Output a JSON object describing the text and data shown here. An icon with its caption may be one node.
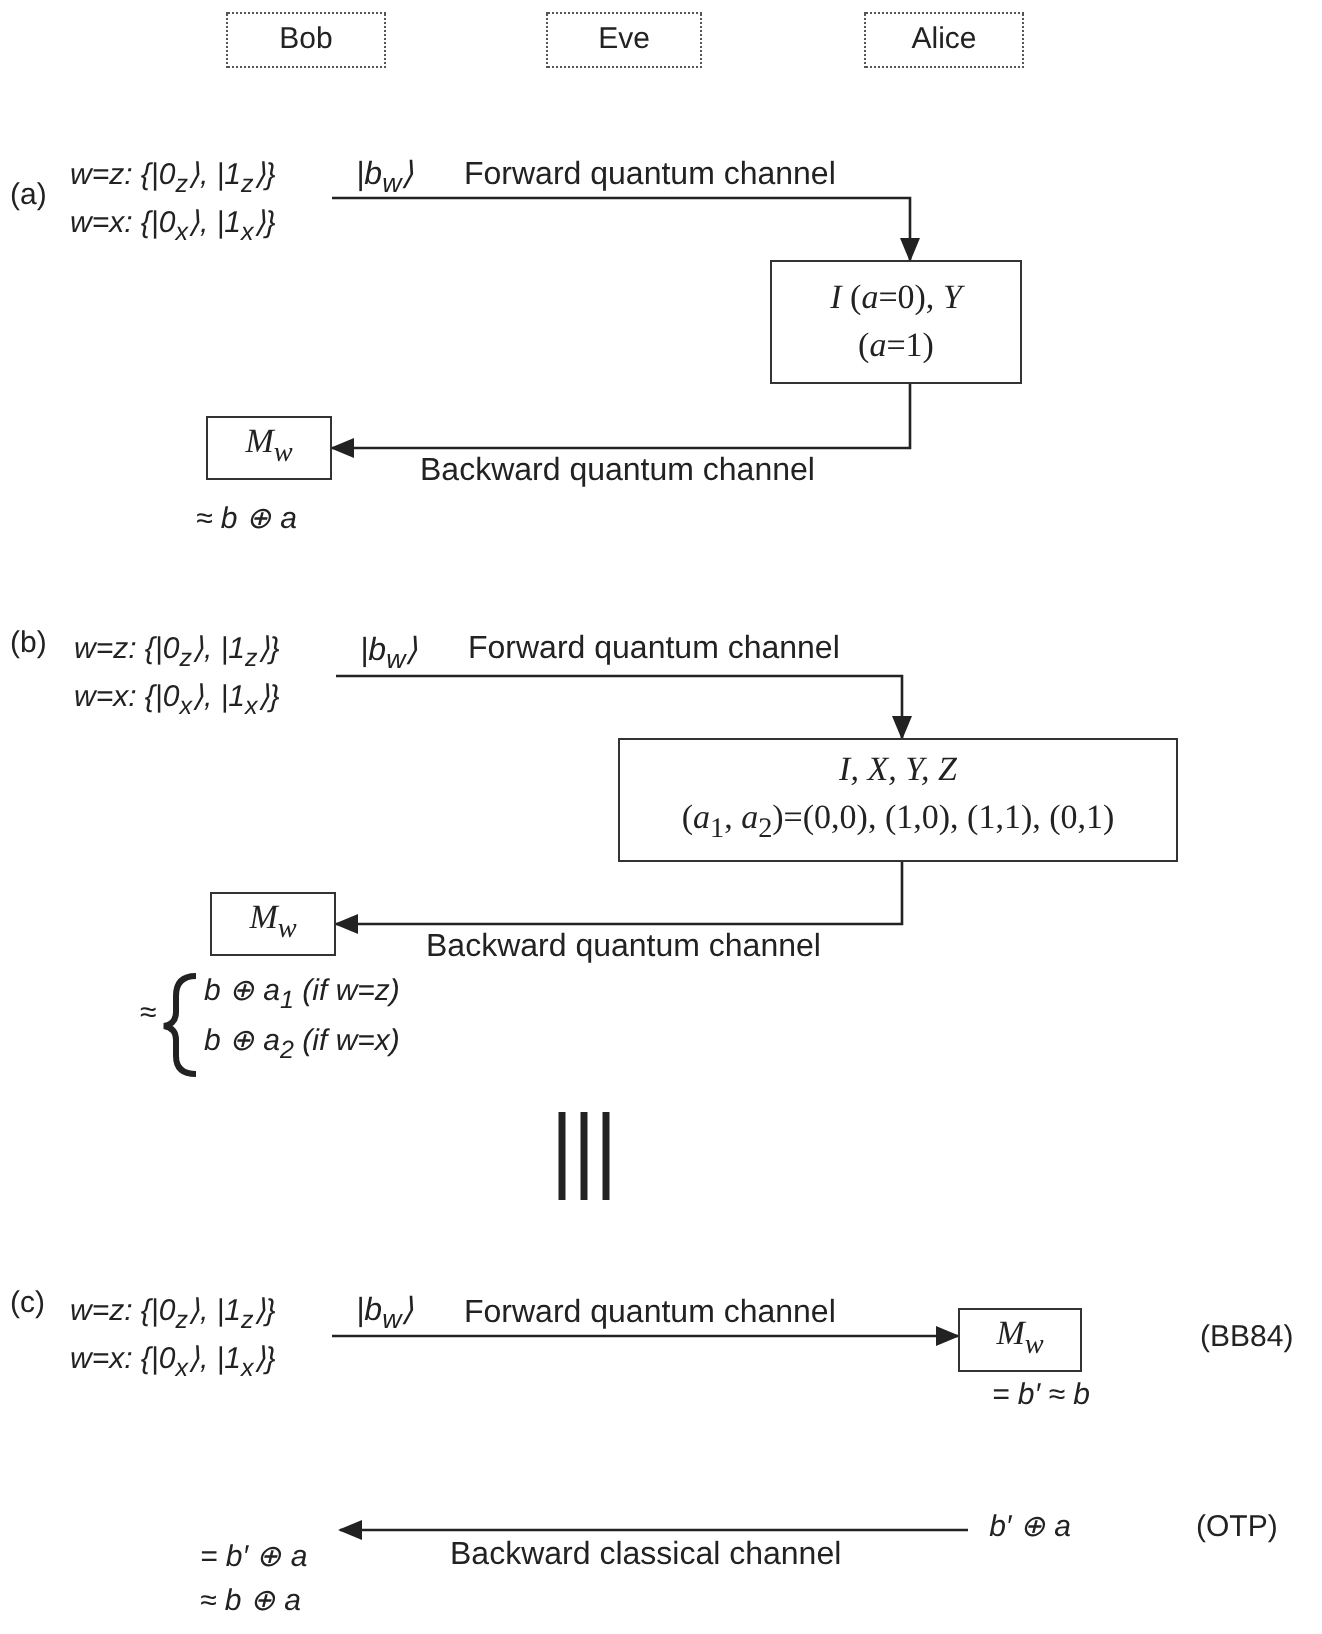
{
  "diagram": {
    "nodes": [
      {
        "text": [
          "Bob"
        ]
      },
      {
        "text": [
          "Eve"
        ]
      },
      {
        "text": [
          "Alice"
        ]
      },
      {
        "text": [
          "w=z: {|0$_{z}$⟩, |1$_{z}$⟩}",
          "w=x: {|0$_{x}$⟩, |1$_{x}$⟩}"
        ]
      },
      {
        "text": [
          "*I* (*a*=0), *Y* (*a*=1)"
        ]
      },
      {
        "text": [
          "M$_{w}$"
        ],
        "beside": [
          "≈ b ⊕ a"
        ]
      },
      {
        "text": [
          "w=z: {|0$_{z}$⟩, |1$_{z}$⟩}",
          "w=x: {|0$_{x}$⟩, |1$_{x}$⟩}"
        ]
      },
      {
        "text": [
          "*I, X, Y, Z*",
          "(*a*$_{1}$, *a*$_{2}$)=(0,0), (1,0), (1,1), (0,1)"
        ]
      },
      {
        "text": [
          "M$_{w}$"
        ],
        "beside": [
          "≈",
          "b ⊕ a$_{1}$ (if w=z)",
          "b ⊕ a$_{2}$ (if w=x)"
        ]
      },
      {
        "text": [
          "w=z: {|0$_{z}$⟩, |1$_{z}$⟩}",
          "w=x: {|0$_{x}$⟩, |1$_{x}$⟩}"
        ]
      },
      {
        "text": [
          "M$_{w}$"
        ],
        "beside": [
          "= b′ ≈ b"
        ]
      },
      {
        "text": [
          "b′ ⊕ a"
        ]
      },
      {
        "text": [
          "= b′ ⊕ a",
          "≈ b ⊕ a"
        ]
      }
    ],
    "edges": [
      {
        "from": 3,
        "to": 4,
        "arrow": "to",
        "label": "Forward quantum channel"
      },
      {
        "from": 4,
        "to": 5,
        "arrow": "to",
        "label": "Backward quantum channel"
      },
      {
        "from": 6,
        "to": 7,
        "arrow": "to",
        "label": "Forward quantum channel"
      },
      {
        "from": 7,
        "to": 8,
        "arrow": "to",
        "label": "Backward quantum channel"
      },
      {
        "from": 9,
        "to": 10,
        "arrow": "to",
        "label": "Forward quantum channel"
      },
      {
        "from": 11,
        "to": 12,
        "arrow": "to",
        "label": "Backward classical channel"
      }
    ],
    "labels": [
      "(a)",
      "|b$_{w}$⟩",
      "(b)",
      "|b$_{w}$⟩",
      "(c)",
      "|b$_{w}$⟩",
      "(BB84)",
      "(OTP)"
    ]
  }
}
